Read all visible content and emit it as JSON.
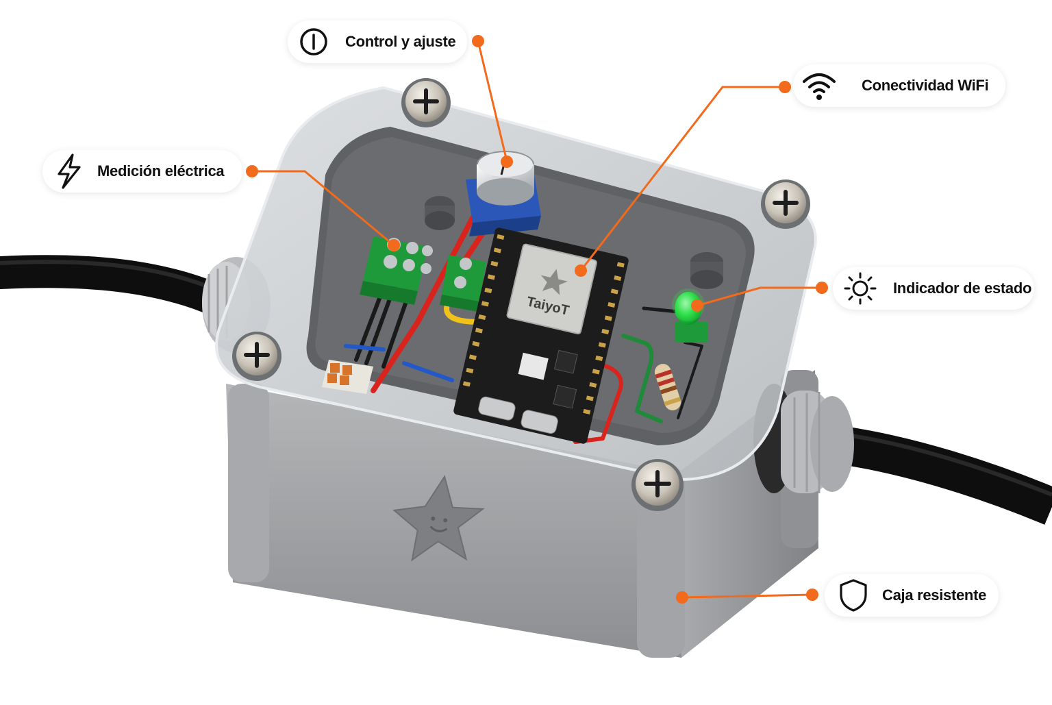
{
  "brand": {
    "board_label": "TaiyoT"
  },
  "features": [
    {
      "id": "control",
      "label": "Control y ajuste",
      "icon": "power-icon"
    },
    {
      "id": "wifi",
      "label": "Conectividad WiFi",
      "icon": "wifi-icon"
    },
    {
      "id": "measure",
      "label": "Medición eléctrica",
      "icon": "lightning-icon"
    },
    {
      "id": "status",
      "label": "Indicador de estado",
      "icon": "sun-icon"
    },
    {
      "id": "enclosure",
      "label": "Caja resistente",
      "icon": "shield-icon"
    }
  ],
  "colors": {
    "accent": "#f26a1b",
    "enclosure": "#9a9c9f",
    "pcb": "#1c1c1c",
    "terminal": "#1f9a3a",
    "led": "#2ee04a"
  }
}
